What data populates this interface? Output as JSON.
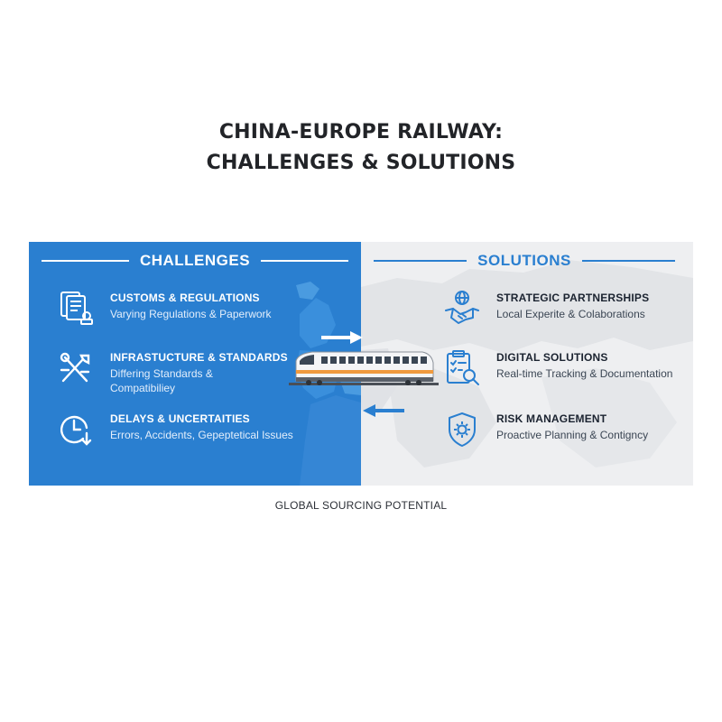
{
  "title": {
    "line1": "CHINA-EUROPE RAILWAY:",
    "line2": "CHALLENGES & SOLUTIONS"
  },
  "challenges": {
    "heading": "CHALLENGES",
    "items": [
      {
        "title": "CUSTOMS & REGULATIONS",
        "desc": "Varying Regulations & Paperwork",
        "icon": "documents-stamp-icon"
      },
      {
        "title": "INFRASTUCTURE & STANDARDS",
        "desc": "Differing Standards &\nCompatibiliey",
        "icon": "tools-icon"
      },
      {
        "title": "DELAYS & UNCERTAITIES",
        "desc": "Errors, Accidents, Gepeptetical Issues",
        "icon": "clock-icon"
      }
    ]
  },
  "solutions": {
    "heading": "SOLUTIONS",
    "items": [
      {
        "title": "STRATEGIC PARTNERSHIPS",
        "desc": "Local Experite & Colaborations",
        "icon": "handshake-globe-icon"
      },
      {
        "title": "DIGITAL SOLUTIONS",
        "desc": "Real-time Tracking & Documentation",
        "icon": "clipboard-search-icon"
      },
      {
        "title": "RISK MANAGEMENT",
        "desc": "Proactive Planning & Contigncy",
        "icon": "shield-gear-icon"
      }
    ]
  },
  "footer": "GLOBAL SOURCING POTENTIAL",
  "colors": {
    "accent": "#2a7fd0",
    "panel_light": "#eeeff1",
    "train_stripe": "#f09a3e"
  }
}
